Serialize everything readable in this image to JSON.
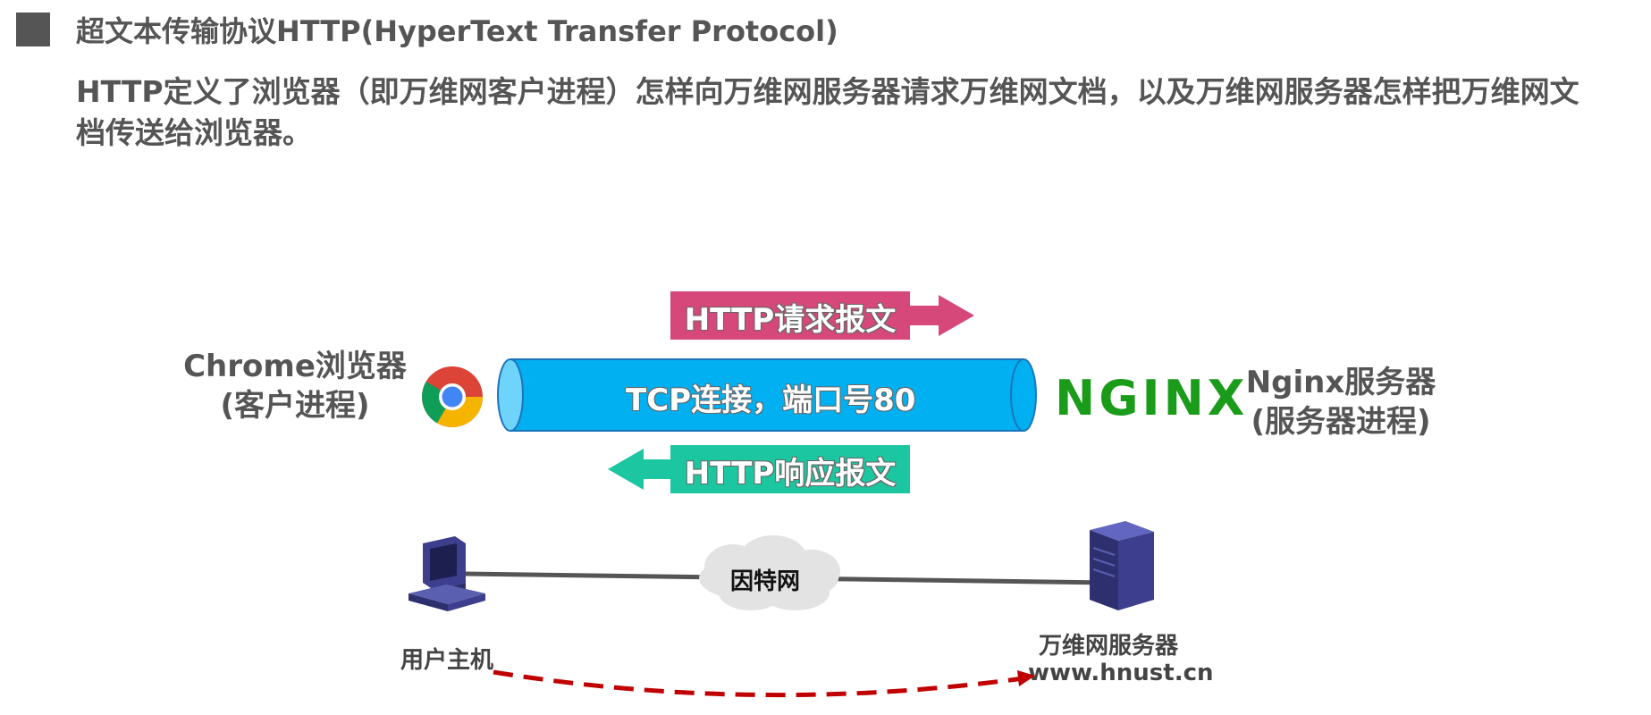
{
  "header": {
    "title": "超文本传输协议HTTP(HyperText Transfer Protocol)"
  },
  "description": "HTTP定义了浏览器（即万维网客户进程）怎样向万维网服务器请求万维网文档，以及万维网服务器怎样把万维网文档传送给浏览器。",
  "diagram": {
    "client": {
      "name": "Chrome浏览器",
      "role": "(客户进程)"
    },
    "server": {
      "name": "Nginx服务器",
      "role": "(服务器进程)",
      "logo_text": "NGINX"
    },
    "tcp_label": "TCP连接，端口号80",
    "request_label": "HTTP请求报文",
    "response_label": "HTTP响应报文",
    "network_label": "因特网",
    "user_host_label": "用户主机",
    "web_server_label": "万维网服务器",
    "web_server_domain": "www.hnust.cn",
    "icons": [
      "chrome-logo-icon",
      "nginx-logo",
      "computer-icon",
      "server-icon",
      "cloud-icon"
    ]
  },
  "colors": {
    "tube": "#00b0f0",
    "request": "#d6477a",
    "response": "#1cc6a0",
    "nginx": "#1a9b1a",
    "dashed_arrow": "#c00000"
  }
}
